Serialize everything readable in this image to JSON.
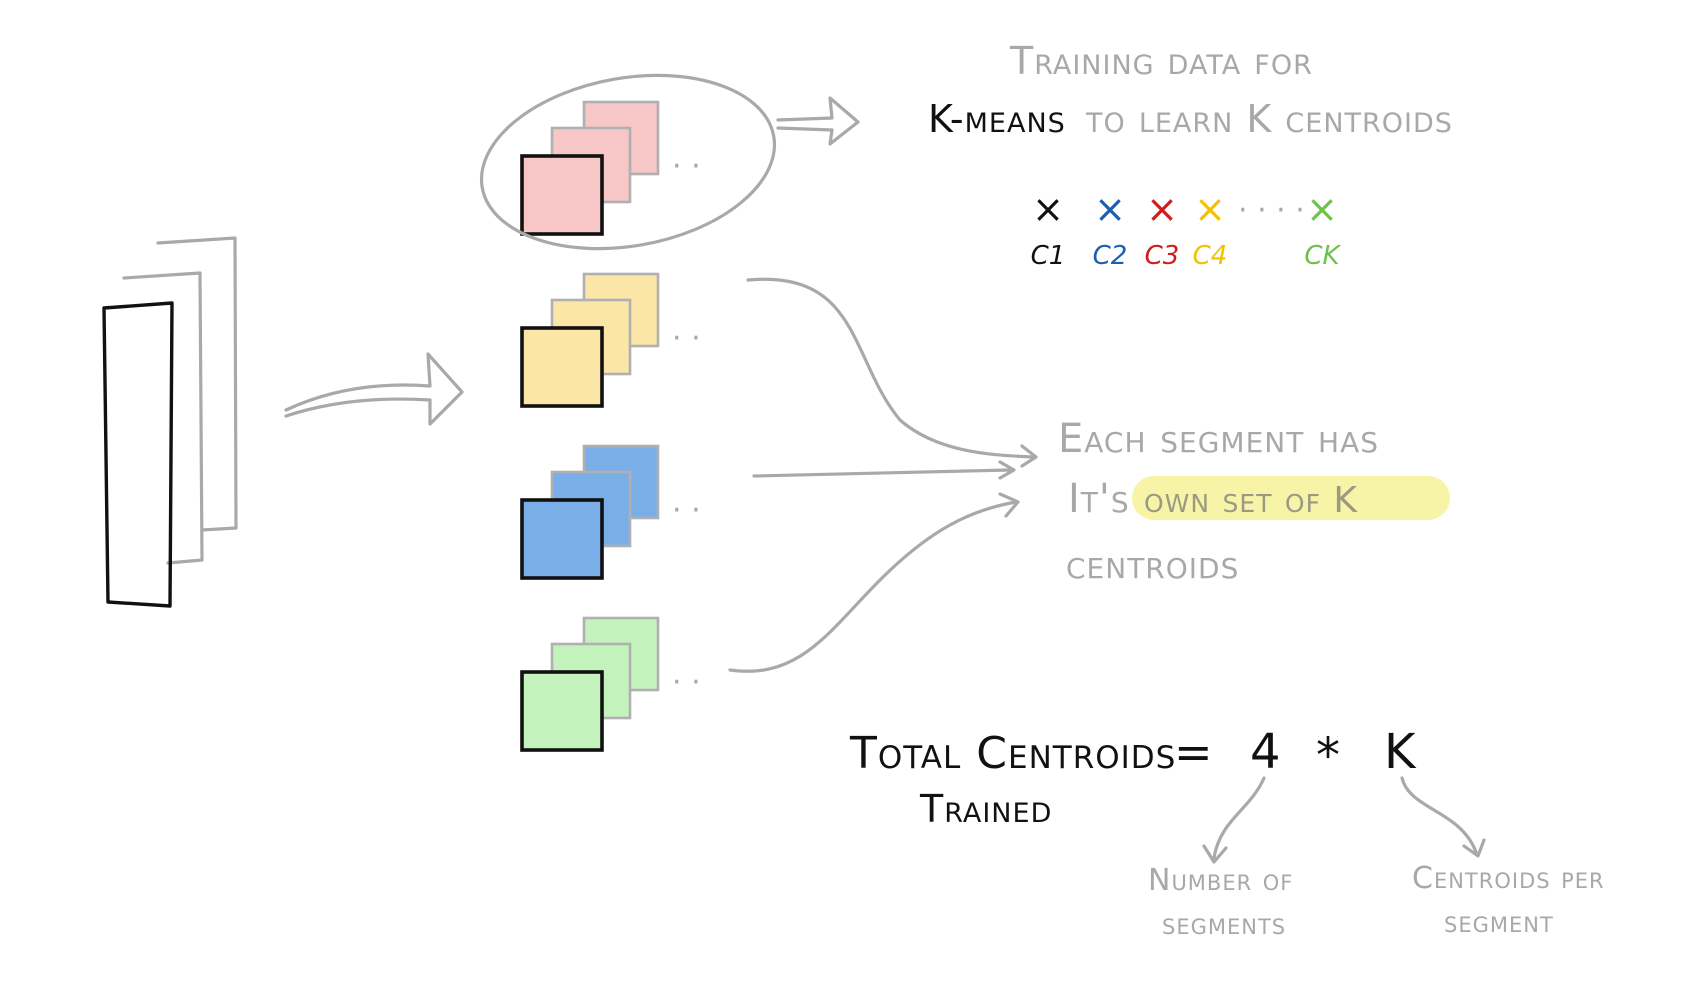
{
  "training_note": {
    "line1": "Training data for",
    "line2_highlight": "K-means",
    "line2_rest": "to learn K centroids"
  },
  "centroid_marks": [
    {
      "mark": "×",
      "label": "C1",
      "color": "#111111"
    },
    {
      "mark": "×",
      "label": "C2",
      "color": "#1a5fb4"
    },
    {
      "mark": "×",
      "label": "C3",
      "color": "#d01c1c"
    },
    {
      "mark": "×",
      "label": "C4",
      "color": "#f2c200"
    },
    {
      "mark": "×",
      "label": "CK",
      "color": "#6cc24a"
    }
  ],
  "ellipsis": "· · · ·",
  "segment_note": {
    "line1": "Each segment has",
    "line2_pre": "It's",
    "line2_highlight": "own set of K",
    "line3": "centroids",
    "highlight_color": "#f7f4a8"
  },
  "segments": [
    {
      "name": "segment-1",
      "fill": "#f7c6c6",
      "dots": "· ·"
    },
    {
      "name": "segment-2",
      "fill": "#fbe6a8",
      "dots": "· ·"
    },
    {
      "name": "segment-3",
      "fill": "#7aaee6",
      "dots": "· ·"
    },
    {
      "name": "segment-4",
      "fill": "#c4f2bd",
      "dots": "· ·"
    }
  ],
  "formula": {
    "lhs_line1": "Total Centroids",
    "lhs_line2": "Trained",
    "equals": "=",
    "factor1": "4",
    "times": "*",
    "factor2": "K"
  },
  "annotations": {
    "factor1_line1": "Number of",
    "factor1_line2": "segments",
    "factor2_line1": "Centroids per",
    "factor2_line2": "segment"
  }
}
